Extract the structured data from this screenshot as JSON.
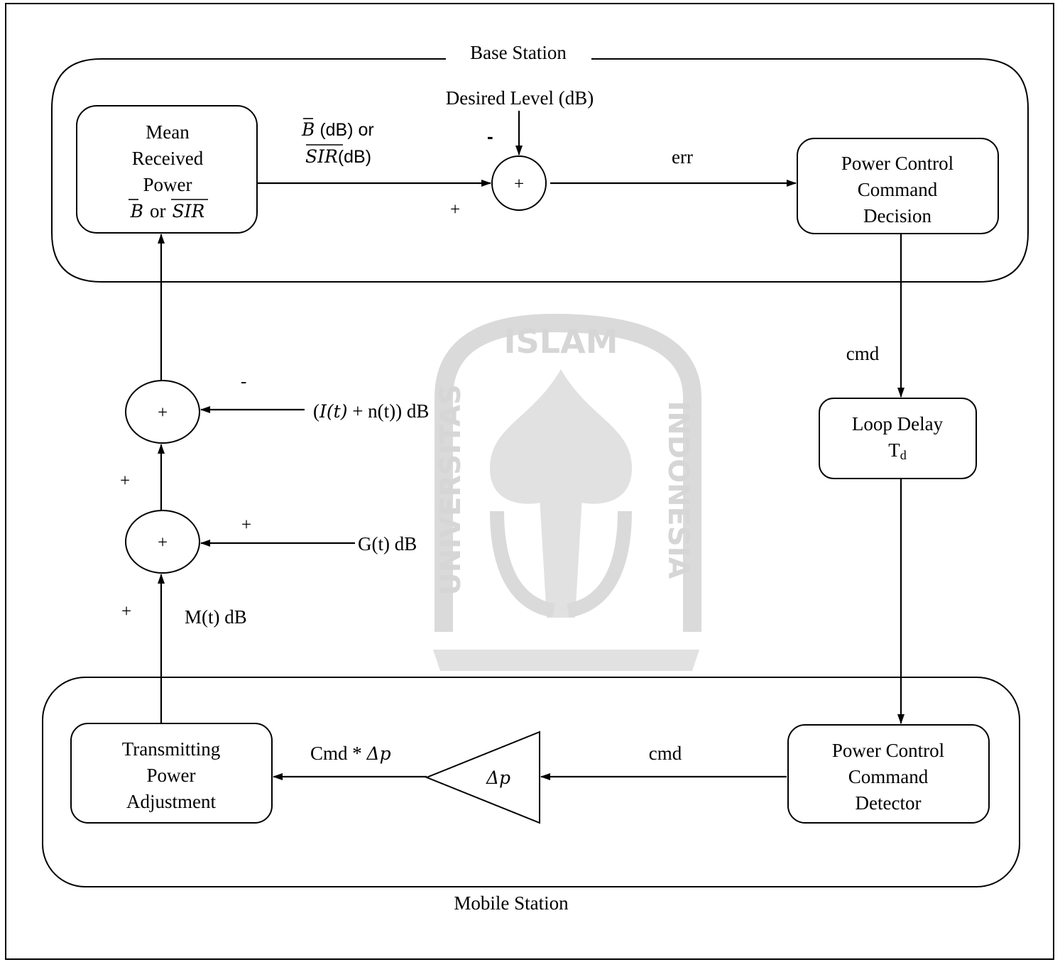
{
  "regions": {
    "base_station": "Base Station",
    "mobile_station": "Mobile Station"
  },
  "blocks": {
    "mean_received_power": [
      "Mean",
      "Received",
      "Power"
    ],
    "mean_received_power_formula": {
      "b": "B",
      "or": "or",
      "sir": "SIR"
    },
    "power_control_decision": [
      "Power Control",
      "Command",
      "Decision"
    ],
    "loop_delay": {
      "line1": "Loop Delay",
      "symbol": "T",
      "subscript": "d"
    },
    "power_control_detector": [
      "Power Control",
      "Command",
      "Detector"
    ],
    "transmitting_power_adjustment": [
      "Transmitting",
      "Power",
      "Adjustment"
    ],
    "gain": "Δp"
  },
  "summing_junction_symbol": "+",
  "signals": {
    "desired_level": "Desired Level (dB)",
    "measured_level": {
      "b": "B",
      "b_suffix": " (dB) or",
      "sir": "SIR",
      "sir_suffix": "(dB)"
    },
    "err": "err",
    "cmd_vertical": "cmd",
    "cmd_horizontal": "cmd",
    "cmd_times_dp": {
      "prefix": "Cmd * ",
      "var": "Δp"
    },
    "interference": {
      "prefix": "(",
      "i": "I",
      "t": "(t)",
      "rest": " + n(t)) dB"
    },
    "gain_signal": "G(t) dB",
    "mobile_power": "M(t) dB"
  },
  "signs": {
    "desired_level": "-",
    "measured_level": "+",
    "interference": "-",
    "sum_upper_input": "+",
    "gain_signal": "+",
    "mobile_power": "+"
  },
  "watermark": {
    "text": "ISLAM",
    "left_text": "UNIVERSITAS",
    "right_text": "INDONESIA"
  }
}
